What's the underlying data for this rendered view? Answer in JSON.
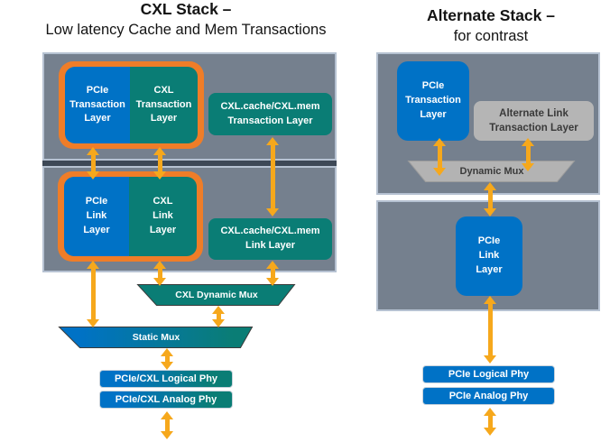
{
  "left_diagram": {
    "title": {
      "heading": "CXL Stack –",
      "subheading": "Low latency Cache and Mem Transactions"
    },
    "boxes": {
      "pcie_transaction": "PCIe\nTransaction\nLayer",
      "cxl_transaction": "CXL\nTransaction\nLayer",
      "cachemem_transaction": "CXL.cache/CXL.mem\nTransaction Layer",
      "pcie_link": "PCIe\nLink\nLayer",
      "cxl_link": "CXL\nLink\nLayer",
      "cachemem_link": "CXL.cache/CXL.mem\nLink Layer",
      "cxl_dynamic_mux": "CXL Dynamic Mux",
      "static_mux": "Static Mux",
      "logical_phy": "PCIe/CXL Logical Phy",
      "analog_phy": "PCIe/CXL Analog Phy"
    }
  },
  "right_diagram": {
    "title": {
      "heading": "Alternate Stack –",
      "subheading": "for contrast"
    },
    "boxes": {
      "pcie_transaction": "PCIe\nTransaction\nLayer",
      "alt_link_transaction": "Alternate Link\nTransaction Layer",
      "dynamic_mux": "Dynamic Mux",
      "pcie_link": "PCIe\nLink\nLayer",
      "logical_phy": "PCIe Logical Phy",
      "analog_phy": "PCIe Analog Phy"
    }
  },
  "colors": {
    "blue": "#0072C6",
    "teal": "#0A7D75",
    "orange": "#EF7D28",
    "arrow_gold": "#F6A81C",
    "panel_slate": "#75808E",
    "panel_border": "#B6C2D2",
    "dark_divider": "#3D4856",
    "light_gray": "#B5B5B5"
  }
}
